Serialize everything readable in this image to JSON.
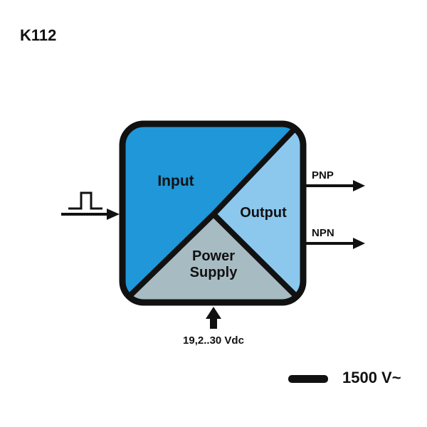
{
  "title": "K112",
  "blocks": {
    "input_label": "Input",
    "output_label": "Output",
    "power_label_line1": "Power",
    "power_label_line2": "Supply"
  },
  "outputs": {
    "pnp_label": "PNP",
    "npn_label": "NPN"
  },
  "supply": {
    "voltage_label": "19,2..30 Vdc"
  },
  "isolation": {
    "label": "1500 V~"
  },
  "colors": {
    "input_fill": "#1f97d8",
    "output_fill": "#8cc8ee",
    "power_fill": "#a7bbc3",
    "stroke": "#111111"
  },
  "icons": {
    "input_signal": "pulse-icon",
    "supply_arrow": "arrow-up-icon",
    "output_arrows": "arrow-right-icon",
    "isolation": "dash-icon"
  }
}
